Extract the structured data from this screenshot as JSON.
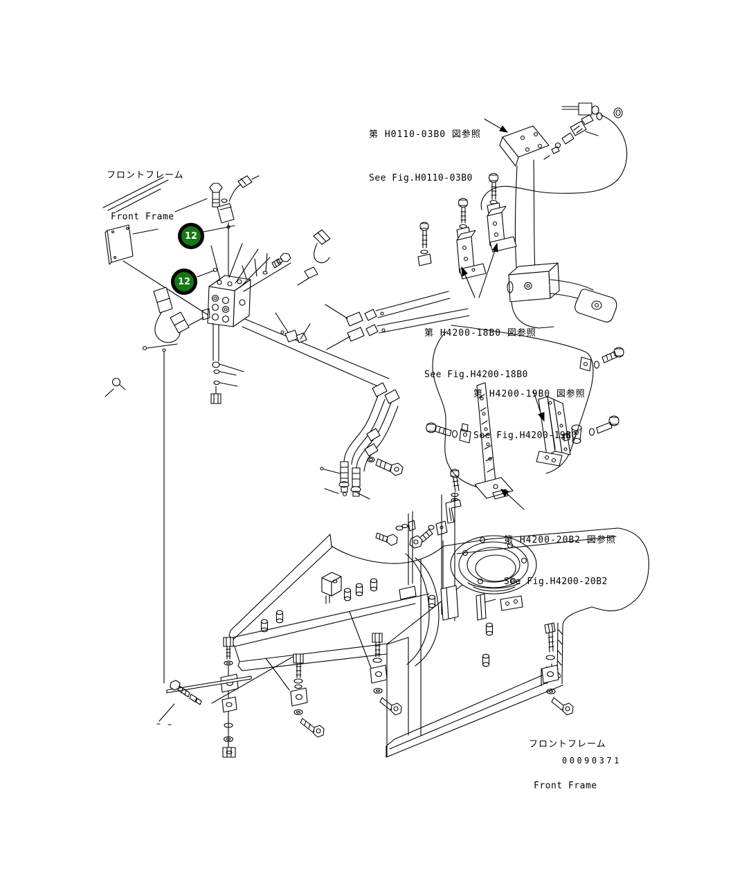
{
  "document": {
    "drawing_number": "00090371",
    "type": "parts-diagram"
  },
  "labels": {
    "front_frame_top": {
      "jp": "フロントフレーム",
      "en": "Front Frame"
    },
    "see_fig_h0110_03b0": {
      "jp": "第 H0110-03B0 図参照",
      "en": "See Fig.H0110-03B0"
    },
    "see_fig_h4200_18b0": {
      "jp": "第 H4200-18B0 図参照",
      "en": "See Fig.H4200-18B0"
    },
    "see_fig_h4200_19b0": {
      "jp": "第 H4200-19B0 図参照",
      "en": "See Fig.H4200-19B0"
    },
    "see_fig_h4200_20b2": {
      "jp": "第 H4200-20B2 図参照",
      "en": "See Fig.H4200-20B2"
    },
    "front_frame_bottom": {
      "jp": "フロントフレーム",
      "en": "Front Frame"
    }
  },
  "callouts": {
    "balloon_color": "#117a11",
    "items": [
      {
        "label": "12"
      },
      {
        "label": "12"
      }
    ]
  },
  "colors": {
    "background": "#ffffff",
    "line": "#000000",
    "balloon_fill": "#117a11",
    "balloon_text": "#ffffff"
  }
}
